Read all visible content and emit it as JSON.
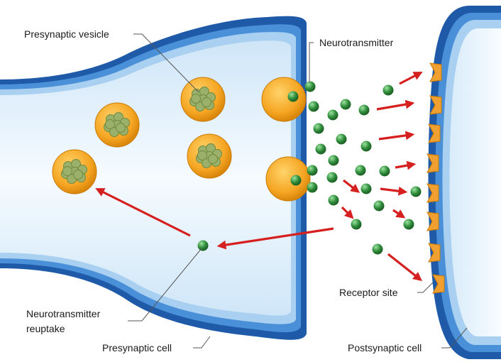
{
  "labels": {
    "presynaptic_vesicle": "Presynaptic vesicle",
    "neurotransmitter": "Neurotransmitter",
    "reuptake_line1": "Neurotransmitter",
    "reuptake_line2": "reuptake",
    "presynaptic_cell": "Presynaptic cell",
    "receptor_site": "Receptor site",
    "postsynaptic_cell": "Postsynaptic cell"
  },
  "colors": {
    "membrane_dark": "#1e5aa8",
    "membrane_mid": "#4a90d9",
    "membrane_light": "#a9d0f0",
    "cytoplasm": "#eaf5fd",
    "vesicle_fill": "#f5a623",
    "vesicle_core": "#8fa85a",
    "neurotransmitter": "#2e8b3a",
    "receptor": "#f0a030",
    "arrow": "#d61f1f"
  }
}
